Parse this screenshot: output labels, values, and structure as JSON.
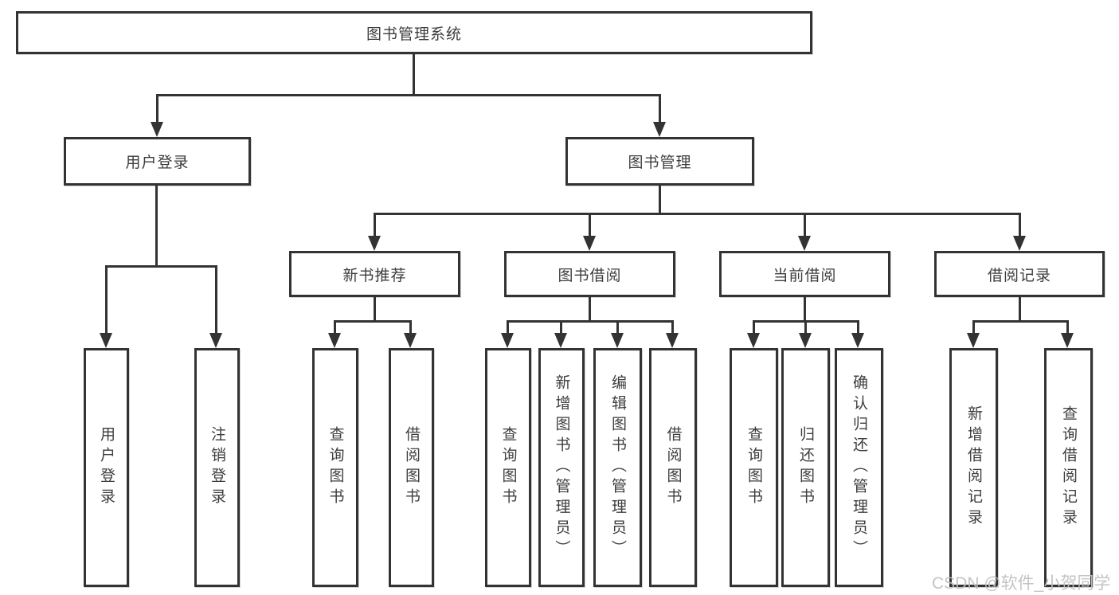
{
  "tree": {
    "label": "图书管理系统",
    "children": [
      {
        "label": "用户登录",
        "children": [
          {
            "label": "用户登录"
          },
          {
            "label": "注销登录"
          }
        ]
      },
      {
        "label": "图书管理",
        "children": [
          {
            "label": "新书推荐",
            "children": [
              {
                "label": "查询图书"
              },
              {
                "label": "借阅图书"
              }
            ]
          },
          {
            "label": "图书借阅",
            "children": [
              {
                "label": "查询图书"
              },
              {
                "label": "新增图书（管理员）"
              },
              {
                "label": "编辑图书（管理员）"
              },
              {
                "label": "借阅图书"
              }
            ]
          },
          {
            "label": "当前借阅",
            "children": [
              {
                "label": "查询图书"
              },
              {
                "label": "归还图书"
              },
              {
                "label": "确认归还（管理员）"
              }
            ]
          },
          {
            "label": "借阅记录",
            "children": [
              {
                "label": "新增借阅记录"
              },
              {
                "label": "查询借阅记录"
              }
            ]
          }
        ]
      }
    ]
  },
  "watermark": {
    "text": "CSDN @软件_小贺同学"
  },
  "colors": {
    "line": "#333333",
    "text": "#3d3d3d",
    "background": "#ffffff",
    "watermark": "#bfbfbf"
  }
}
